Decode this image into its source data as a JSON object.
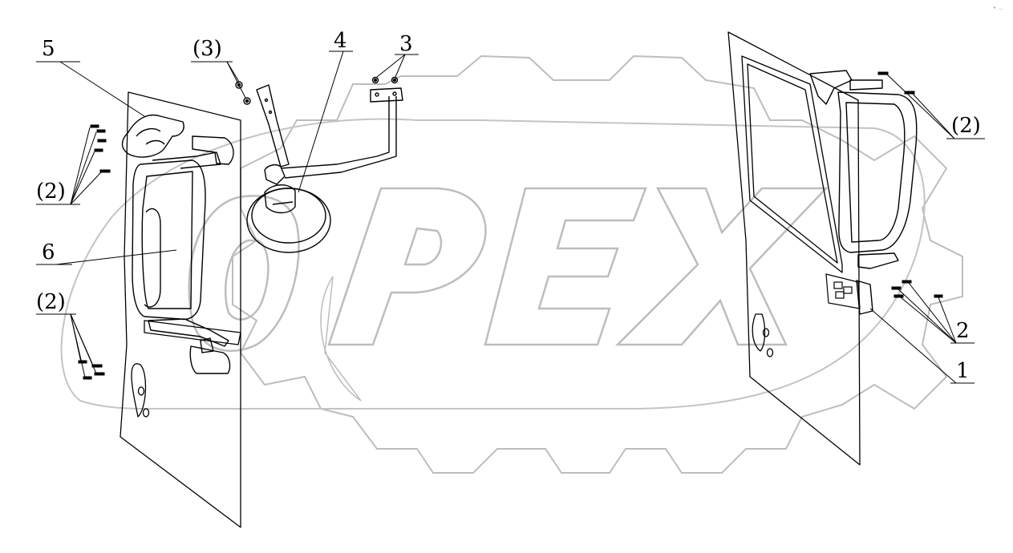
{
  "watermark": {
    "text": "OPEX"
  },
  "corner_mark": "• ...",
  "callouts": [
    {
      "id": "c5",
      "text": "5"
    },
    {
      "id": "c3p",
      "text": "(3)"
    },
    {
      "id": "c4",
      "text": "4"
    },
    {
      "id": "c3",
      "text": "3"
    },
    {
      "id": "c2pl",
      "text": "(2)"
    },
    {
      "id": "c6",
      "text": "6"
    },
    {
      "id": "c2pb",
      "text": "(2)"
    },
    {
      "id": "c2pr",
      "text": "(2)"
    },
    {
      "id": "c2",
      "text": "2"
    },
    {
      "id": "c1",
      "text": "1"
    }
  ],
  "colors": {
    "line": "#000000",
    "watermark": "#bdbdbd",
    "background": "#ffffff"
  }
}
